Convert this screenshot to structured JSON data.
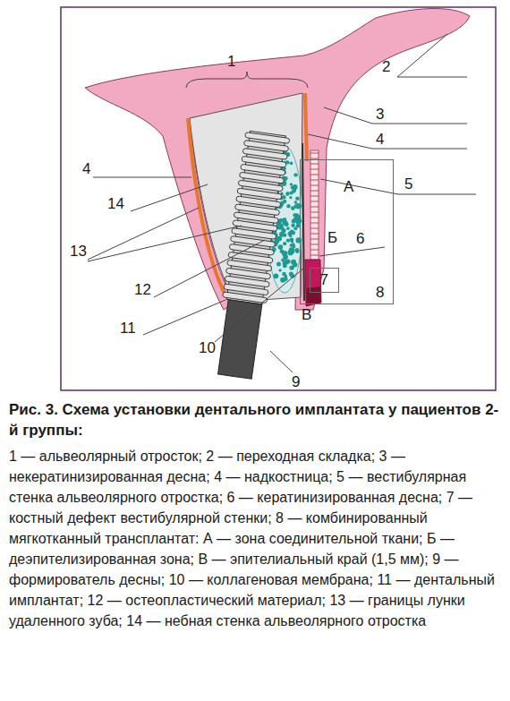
{
  "diagram": {
    "title": "Рис. 3. Схема установки дентального имплантата у пациентов 2-й группы:",
    "caption": "1 — альвеолярный отросток; 2 — переходная складка; 3 — некератинизированная десна; 4 — надкостница; 5 — вестибулярная стенка альвеолярного отростка; 6 — кератинизированная десна; 7 — костный дефект вестибулярной стенки; 8 — комбинированный мягкотканный трансплантат: А — зона соединительной ткани; Б — деэпителизированная зона; В — эпителиальный край (1,5 мм); 9 — формирователь десны; 10 — коллагеновая мембрана; 11 — дентальный имплантат; 12 — остеопластический материал; 13 — границы лунки удаленного зуба; 14 — небная стенка альвеолярного отростка",
    "nodes": [
      {
        "text": [
          "8"
        ]
      },
      {
        "text": [
          "7"
        ],
        "in": 0
      }
    ],
    "labels": [
      "1",
      "2",
      "3",
      "4",
      "5",
      "А",
      "Б",
      "6",
      "В",
      "4",
      "14",
      "13",
      "12",
      "11",
      "10",
      "9"
    ]
  }
}
